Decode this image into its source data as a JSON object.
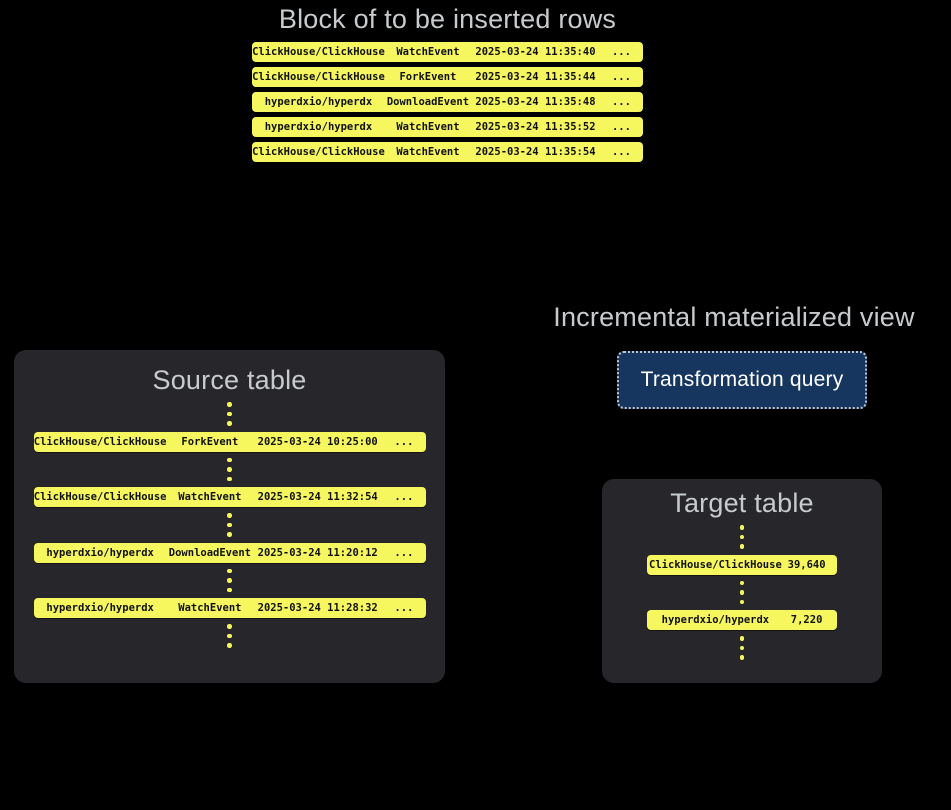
{
  "colors": {
    "background": "#000000",
    "panel-bg": "#26262B",
    "row-yellow": "#F6F75F",
    "row-text": "#111111",
    "title-gray": "#C8CBCE",
    "query-bg": "#16365F",
    "query-border": "#BDC3C9",
    "query-text": "#FFFFFF"
  },
  "insert_block": {
    "title": "Block of to be inserted rows",
    "rows": [
      {
        "repo": "ClickHouse/ClickHouse",
        "event": "WatchEvent",
        "time": "2025-03-24 11:35:40",
        "more": "..."
      },
      {
        "repo": "ClickHouse/ClickHouse",
        "event": "ForkEvent",
        "time": "2025-03-24 11:35:44",
        "more": "..."
      },
      {
        "repo": "hyperdxio/hyperdx",
        "event": "DownloadEvent",
        "time": "2025-03-24 11:35:48",
        "more": "..."
      },
      {
        "repo": "hyperdxio/hyperdx",
        "event": "WatchEvent",
        "time": "2025-03-24 11:35:52",
        "more": "..."
      },
      {
        "repo": "ClickHouse/ClickHouse",
        "event": "WatchEvent",
        "time": "2025-03-24 11:35:54",
        "more": "..."
      }
    ]
  },
  "source_table": {
    "title": "Source table",
    "rows": [
      {
        "repo": "ClickHouse/ClickHouse",
        "event": "ForkEvent",
        "time": "2025-03-24 10:25:00",
        "more": "..."
      },
      {
        "repo": "ClickHouse/ClickHouse",
        "event": "WatchEvent",
        "time": "2025-03-24 11:32:54",
        "more": "..."
      },
      {
        "repo": "hyperdxio/hyperdx",
        "event": "DownloadEvent",
        "time": "2025-03-24 11:20:12",
        "more": "..."
      },
      {
        "repo": "hyperdxio/hyperdx",
        "event": "WatchEvent",
        "time": "2025-03-24 11:28:32",
        "more": "..."
      }
    ]
  },
  "materialized_view": {
    "label": "Incremental materialized view",
    "query_box_label": "Transformation query"
  },
  "target_table": {
    "title": "Target table",
    "rows": [
      {
        "repo": "ClickHouse/ClickHouse",
        "count": "39,640"
      },
      {
        "repo": "hyperdxio/hyperdx",
        "count": "7,220"
      }
    ]
  }
}
